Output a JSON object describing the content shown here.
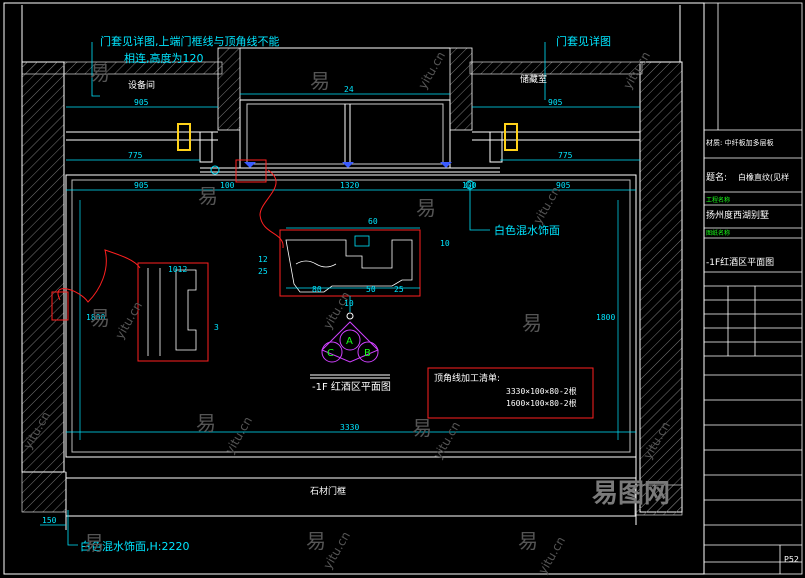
{
  "colors": {
    "background": "#000000",
    "wall_line": "#ffffff",
    "dimension": "#00e5ff",
    "accent_red": "#ff2020",
    "leader_blue": "#3a5bff",
    "door_yellow": "#ffd21a",
    "green": "#1aff1a",
    "magenta": "#d040ff",
    "watermark": "#606060"
  },
  "labels": {
    "note_top_left_1": "门套见详图,上端门框线与顶角线不能",
    "note_top_left_2": "相连,高度为120",
    "note_top_right": "门套见详图",
    "room_left": "设备间",
    "room_right": "储藏室",
    "note_white_trim": "白色混水饰面",
    "note_bottom_left": "白色混水饰面,H:2220",
    "stone_frame": "石材门框",
    "plan_title": "-1F 红酒区平面图",
    "list_title": "顶角线加工清单:",
    "list_item_1": "3330×100×80-2根",
    "list_item_2": "1600×100×80-2根",
    "marker_a": "A",
    "marker_b": "B",
    "marker_c": "C"
  },
  "dims": {
    "top_left_905": "905",
    "top_right_905": "905",
    "top_24": "24",
    "left_775": "775",
    "right_775": "775",
    "mid_905": "905",
    "mid_100_left": "100",
    "mid_1320": "1320",
    "mid_100_right": "100",
    "mid_905_right": "905",
    "detail_60": "60",
    "detail_12": "12",
    "detail_25_left": "25",
    "detail_10_right": "10",
    "detail_80": "80",
    "detail_50": "50",
    "detail_25_bottom": "25",
    "detail_10_bottom": "10",
    "detail_3": "3",
    "side_1012": "1012",
    "side_1800_left": "1800",
    "side_1800_right": "1800",
    "bottom_3330": "3330",
    "bottom_150": "150"
  },
  "title_block": {
    "material": "材质: 中纤板加多层板",
    "name_label": "题名:",
    "name_value": "白橡直纹(见样",
    "project_label": "工程名称",
    "project_value": "扬州度西湖别墅",
    "drawing_label": "图纸名称",
    "drawing_value": "-1F红酒区平面图",
    "sheet": "P52"
  },
  "watermarks": {
    "glyph": "易",
    "site": "yitu.cn",
    "brand": "易图网"
  }
}
